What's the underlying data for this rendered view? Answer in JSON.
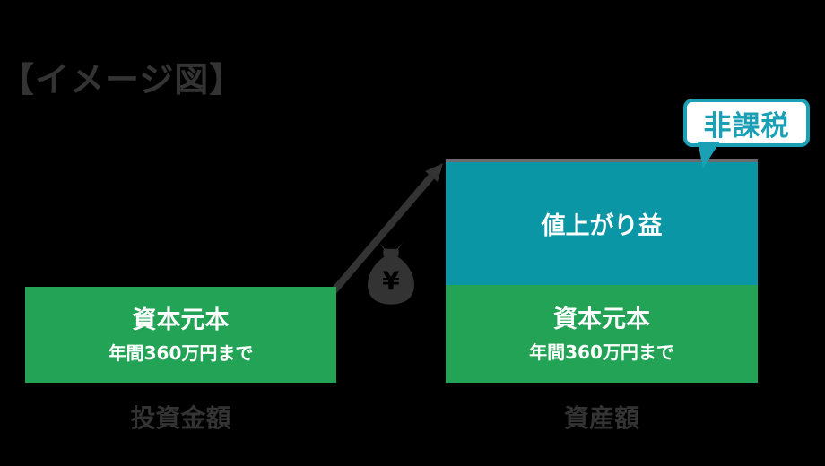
{
  "figure": {
    "title": "【イメージ図】"
  },
  "bars": {
    "left": {
      "x_label": "投資金額",
      "principal": {
        "title": "資本元本",
        "subtitle": "年間360万円まで"
      }
    },
    "right": {
      "x_label": "資産額",
      "gain": {
        "title": "値上がり益"
      },
      "principal": {
        "title": "資本元本",
        "subtitle": "年間360万円まで"
      }
    }
  },
  "badge": {
    "text": "非課税"
  },
  "icons": {
    "money_bag": "money-bag-icon",
    "growth_arrow": "growth-arrow-icon"
  },
  "colors": {
    "background": "#000000",
    "principal_green": "#22a356",
    "gain_teal": "#0b96a6",
    "bubble_teal": "#1a9fb4",
    "dark_text": "#333333",
    "bar_text": "#ffffff"
  }
}
